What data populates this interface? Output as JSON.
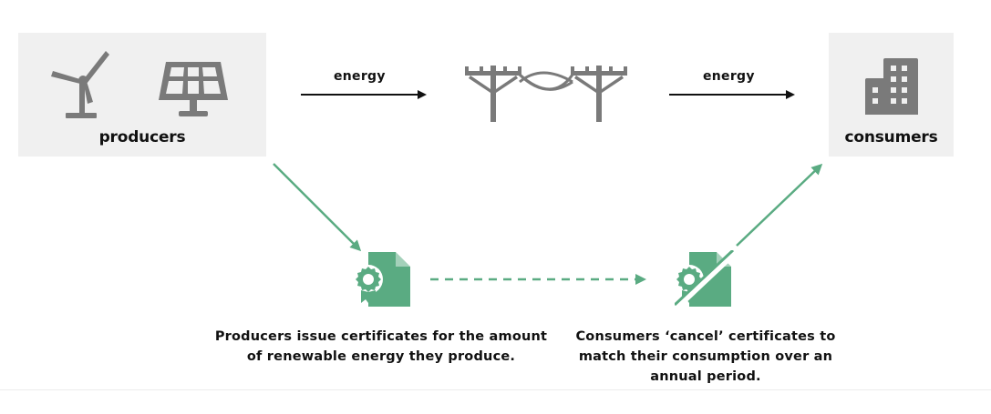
{
  "producers": {
    "label": "producers",
    "icons": [
      "wind-turbine-icon",
      "solar-panel-icon"
    ]
  },
  "grid": {
    "icon": "power-line-icon"
  },
  "consumers": {
    "label": "consumers",
    "icons": [
      "building-icon"
    ]
  },
  "edges": {
    "producers_to_grid": "energy",
    "grid_to_consumers": "energy"
  },
  "certificates": {
    "issue_icon": "certificate-icon",
    "cancel_icon": "cancelled-certificate-icon",
    "issue_caption": "Producers issue certificates for the amount of renewable energy they produce.",
    "cancel_caption": "Consumers ‘cancel’ certificates to match their consumption over an annual period."
  },
  "colors": {
    "panel_background": "#f0f0f0",
    "icon_gray": "#7a7a7a",
    "certificate_green": "#5aab82",
    "arrow_black": "#111111"
  }
}
